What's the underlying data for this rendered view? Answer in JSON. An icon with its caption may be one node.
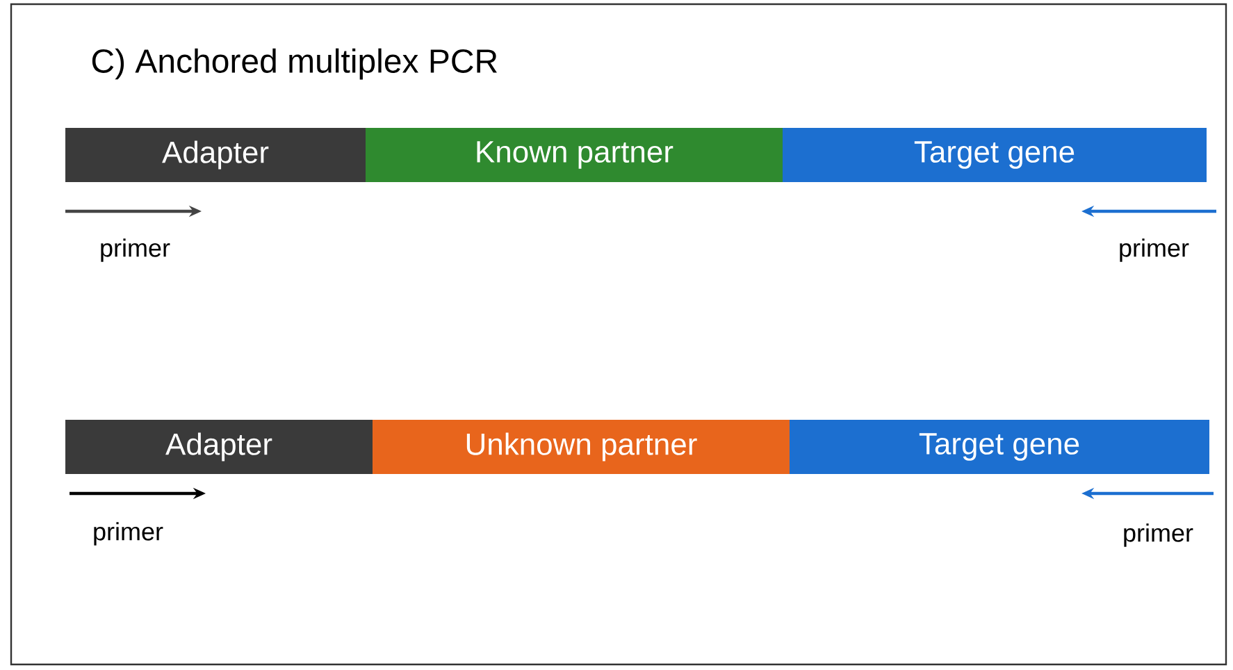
{
  "diagram": {
    "title": "C) Anchored multiplex PCR",
    "nodes": [
      {
        "text": [
          "Adapter"
        ]
      },
      {
        "text": [
          "Known partner"
        ]
      },
      {
        "text": [
          "Target gene"
        ]
      },
      {
        "text": [
          "Adapter"
        ]
      },
      {
        "text": [
          "Unknown partner"
        ]
      },
      {
        "text": [
          "Target gene"
        ]
      }
    ],
    "labels": [
      "primer",
      "primer",
      "primer",
      "primer"
    ]
  }
}
